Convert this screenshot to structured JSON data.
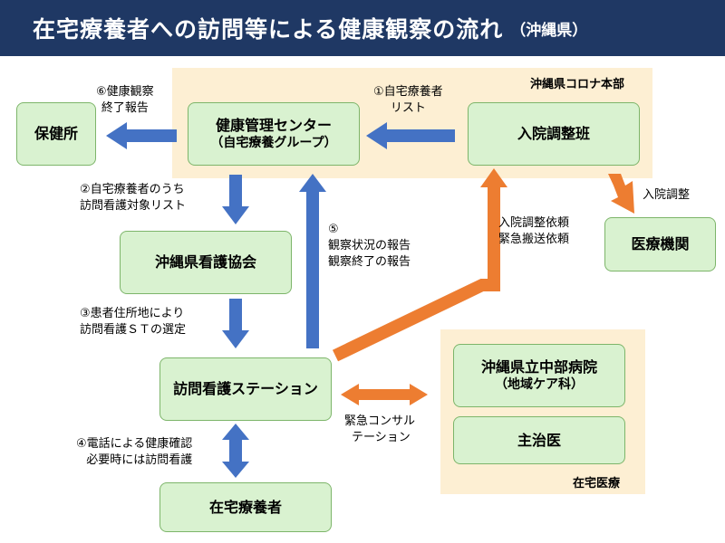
{
  "title": {
    "main": "在宅療養者への訪問等による健康観察の流れ",
    "sub": "（沖縄県）"
  },
  "regions": {
    "hq_label": "沖縄県コロナ本部",
    "home_medical_label": "在宅医療"
  },
  "nodes": {
    "hokenjo": "保健所",
    "kenkou_kanri": "健康管理センター",
    "kenkou_kanri_sub": "（自宅療養グループ）",
    "nyuin_chosei": "入院調整班",
    "iryo_kikan": "医療機関",
    "kango_kyokai": "沖縄県看護協会",
    "homon_kango": "訪問看護ステーション",
    "chubu_byoin": "沖縄県立中部病院",
    "chubu_byoin_sub": "（地域ケア科）",
    "shujii": "主治医",
    "zaitaku": "在宅療養者"
  },
  "notes": {
    "n1_line1": "①自宅療養者",
    "n1_line2": "リスト",
    "n2_line1": "②自宅療養者のうち",
    "n2_line2": "訪問看護対象リスト",
    "n3_line1": "③患者住所地により",
    "n3_line2": "訪問看護ＳＴの選定",
    "n4_line1": "④電話による健康確認",
    "n4_line2": "必要時には訪問看護",
    "n5_line1": "⑤",
    "n5_line2": "観察状況の報告",
    "n5_line3": "観察終了の報告",
    "n6_line1": "⑥健康観察",
    "n6_line2": "終了報告",
    "admission_adj": "入院調整",
    "req_line1": "入院調整依頼",
    "req_line2": "緊急搬送依頼",
    "consult_line1": "緊急コンサル",
    "consult_line2": "テーション"
  },
  "colors": {
    "title_bg": "#1f3864",
    "region_bg": "#fdefd3",
    "node_fill": "#d9f2d0",
    "node_border": "#7db56a",
    "blue_arrow": "#4472c4",
    "orange_arrow": "#ed7d31"
  }
}
